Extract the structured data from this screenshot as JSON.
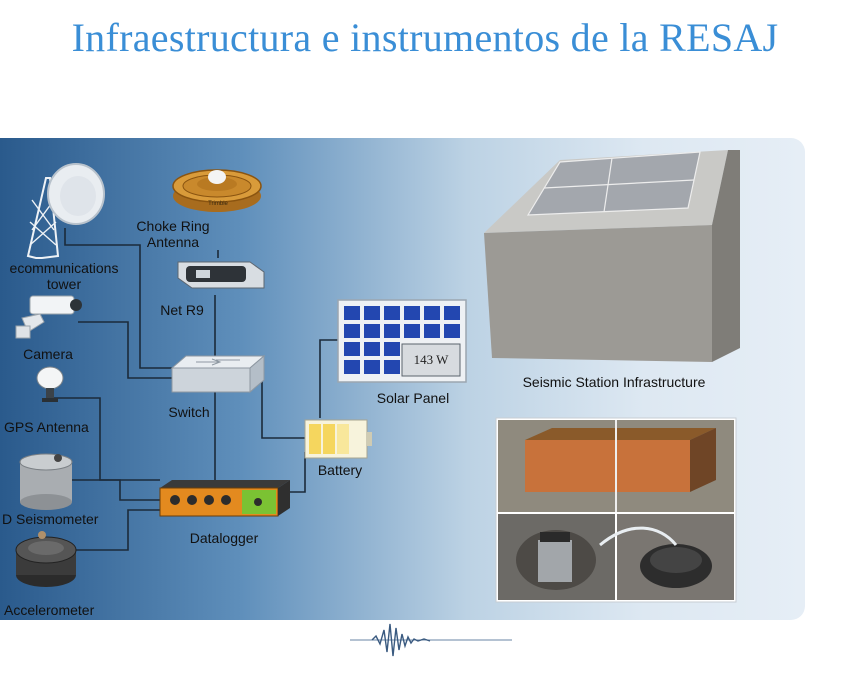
{
  "slide": {
    "title": "Infraestructura e instrumentos de la RESAJ"
  },
  "diagram": {
    "labels": {
      "telecom_tower": "ecommunications\ntower",
      "choke_ring": "Choke Ring\nAntenna",
      "net_r9": "Net R9",
      "camera": "Camera",
      "gps_antenna": "GPS Antenna",
      "switch": "Switch",
      "solar_panel": "Solar Panel",
      "battery": "Battery",
      "seismometer": "D Seismometer",
      "datalogger": "Datalogger",
      "accelerometer": "Accelerometer",
      "station_infra": "Seismic Station Infrastructure"
    },
    "device_text": {
      "solar_watts": "143 W",
      "trimble_logo": "Trimble"
    },
    "colors": {
      "title": "#3a8ed6",
      "panel_dark": "#2a5a8c",
      "panel_light": "#e6eef6",
      "connector": "#1b2a3a"
    }
  }
}
